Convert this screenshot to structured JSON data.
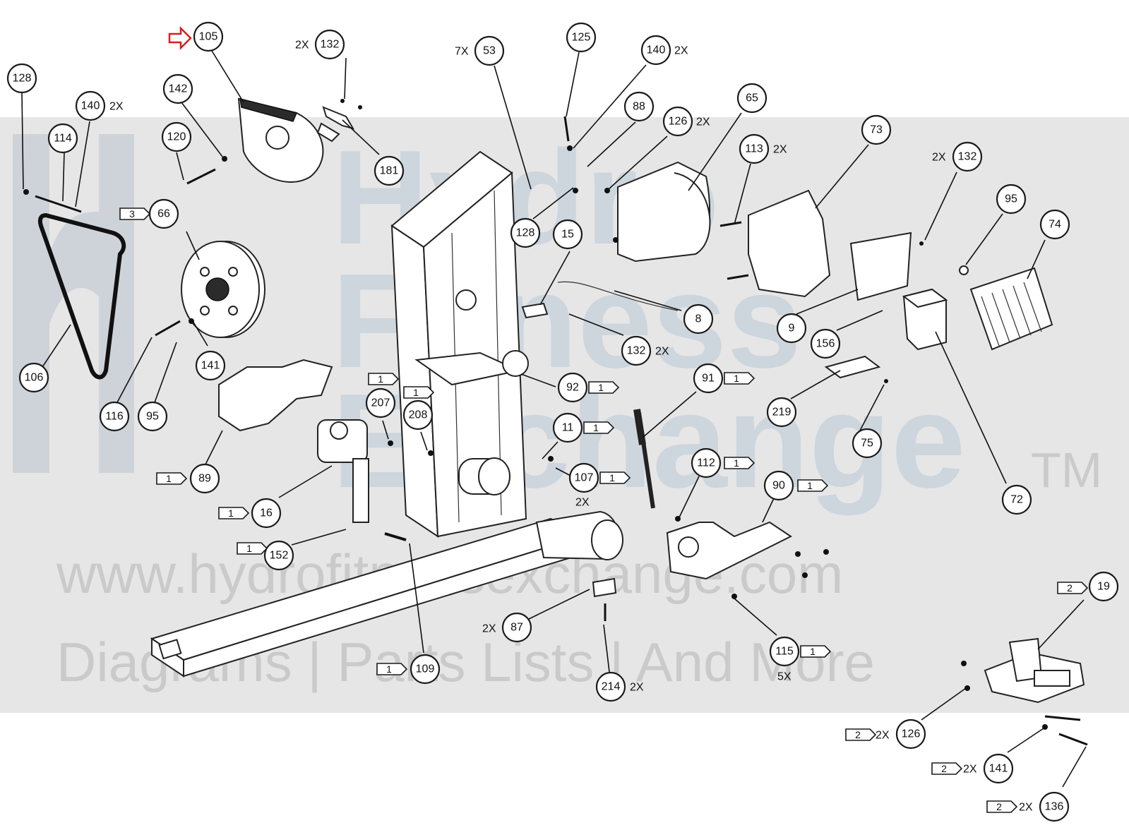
{
  "watermark": {
    "line1": "Hydro",
    "line2": "Fitness",
    "line3": "Exchange",
    "tm": "TM",
    "url": "www.hydrofitnessexchange.com",
    "tagline": "Diagrams | Parts Lists | And More"
  },
  "callouts": [
    {
      "id": "105",
      "label": "105",
      "highlight": true
    },
    {
      "id": "132a",
      "label": "132",
      "mult": "2X"
    },
    {
      "id": "53",
      "label": "53",
      "mult": "7X"
    },
    {
      "id": "125",
      "label": "125"
    },
    {
      "id": "140b",
      "label": "140",
      "mult": "2X"
    },
    {
      "id": "128a",
      "label": "128"
    },
    {
      "id": "140a",
      "label": "140",
      "mult": "2X"
    },
    {
      "id": "142",
      "label": "142"
    },
    {
      "id": "114",
      "label": "114"
    },
    {
      "id": "120",
      "label": "120"
    },
    {
      "id": "181",
      "label": "181"
    },
    {
      "id": "88",
      "label": "88"
    },
    {
      "id": "126a",
      "label": "126",
      "mult": "2X"
    },
    {
      "id": "65",
      "label": "65"
    },
    {
      "id": "113",
      "label": "113",
      "mult": "2X"
    },
    {
      "id": "73",
      "label": "73"
    },
    {
      "id": "132c",
      "label": "132",
      "mult": "2X"
    },
    {
      "id": "95b",
      "label": "95"
    },
    {
      "id": "74",
      "label": "74"
    },
    {
      "id": "66",
      "label": "66",
      "qty": "3"
    },
    {
      "id": "128b",
      "label": "128"
    },
    {
      "id": "15",
      "label": "15"
    },
    {
      "id": "8",
      "label": "8"
    },
    {
      "id": "9",
      "label": "9"
    },
    {
      "id": "156",
      "label": "156"
    },
    {
      "id": "132b",
      "label": "132",
      "mult": "2X"
    },
    {
      "id": "106",
      "label": "106"
    },
    {
      "id": "141a",
      "label": "141"
    },
    {
      "id": "116",
      "label": "116"
    },
    {
      "id": "95a",
      "label": "95"
    },
    {
      "id": "207",
      "label": "207",
      "qty": "1"
    },
    {
      "id": "208",
      "label": "208",
      "qty": "1"
    },
    {
      "id": "92",
      "label": "92",
      "qty": "1"
    },
    {
      "id": "91",
      "label": "91",
      "qty": "1"
    },
    {
      "id": "219",
      "label": "219"
    },
    {
      "id": "75",
      "label": "75"
    },
    {
      "id": "72",
      "label": "72"
    },
    {
      "id": "11",
      "label": "11",
      "qty": "1"
    },
    {
      "id": "107",
      "label": "107",
      "qty": "1",
      "mult": "2X"
    },
    {
      "id": "112",
      "label": "112",
      "qty": "1"
    },
    {
      "id": "89",
      "label": "89",
      "qty": "1"
    },
    {
      "id": "16",
      "label": "16",
      "qty": "1"
    },
    {
      "id": "90",
      "label": "90",
      "qty": "1"
    },
    {
      "id": "152",
      "label": "152",
      "qty": "1"
    },
    {
      "id": "19",
      "label": "19",
      "qty": "2"
    },
    {
      "id": "87",
      "label": "87",
      "mult": "2X"
    },
    {
      "id": "115",
      "label": "115",
      "qty": "1",
      "mult": "5X"
    },
    {
      "id": "109",
      "label": "109",
      "qty": "1"
    },
    {
      "id": "214",
      "label": "214",
      "mult": "2X"
    },
    {
      "id": "126b",
      "label": "126",
      "qty": "2",
      "mult": "2X"
    },
    {
      "id": "141b",
      "label": "141",
      "qty": "2",
      "mult": "2X"
    },
    {
      "id": "136",
      "label": "136",
      "qty": "2",
      "mult": "2X"
    }
  ]
}
